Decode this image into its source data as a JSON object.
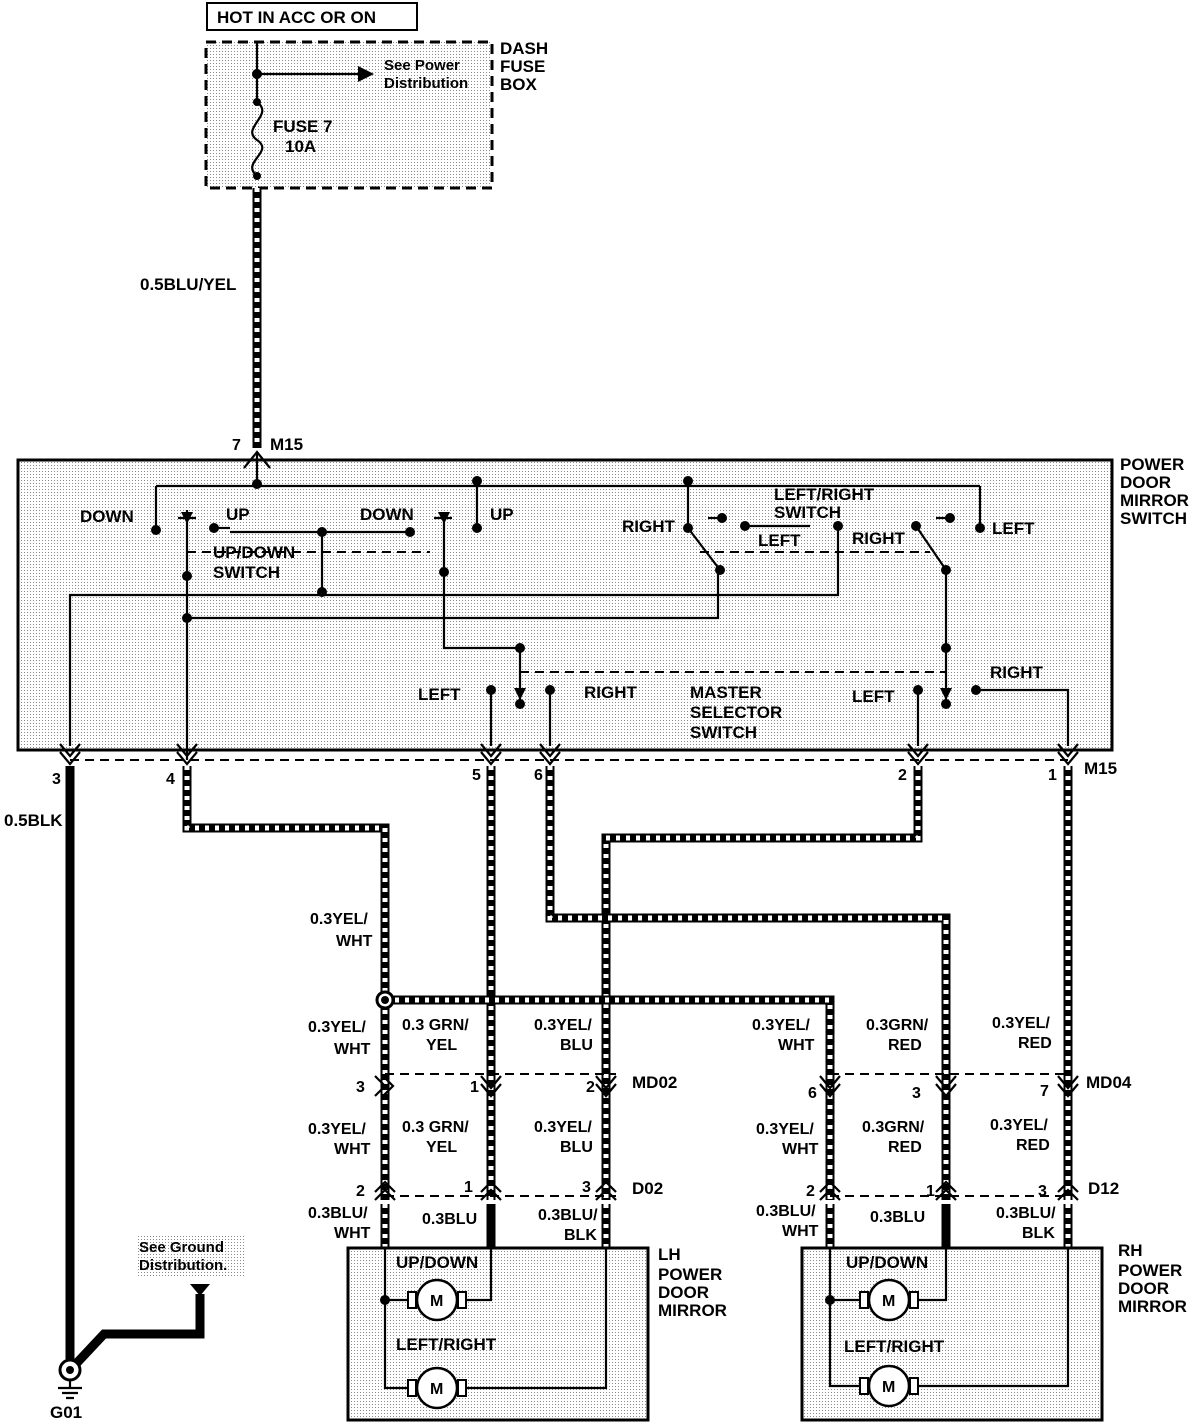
{
  "labels": {
    "hot_in": "HOT IN ACC OR ON",
    "dash_fuse_box": [
      "DASH",
      "FUSE",
      "BOX"
    ],
    "see_power": [
      "See Power",
      "Distribution"
    ],
    "fuse": [
      "FUSE 7",
      "10A"
    ],
    "wire_top": "0.5BLU/YEL",
    "pin_7": "7",
    "m15_top": "M15",
    "m15_bottom": "M15",
    "power_mirror_switch": [
      "POWER",
      "DOOR",
      "MIRROR",
      "SWITCH"
    ],
    "down_1": "DOWN",
    "up_1": "UP",
    "down_2": "DOWN",
    "up_2": "UP",
    "updown_switch": [
      "UP/DOWN",
      "SWITCH"
    ],
    "right_1": "RIGHT",
    "leftright_switch": [
      "LEFT/RIGHT",
      "SWITCH"
    ],
    "left_1": "LEFT",
    "right_2": "RIGHT",
    "left_2": "LEFT",
    "master_left": "LEFT",
    "master_right": "RIGHT",
    "master_selector": [
      "MASTER",
      "SELECTOR",
      "SWITCH"
    ],
    "master_left2": "LEFT",
    "master_right2": "RIGHT",
    "pins_m15": [
      "3",
      "4",
      "5",
      "6",
      "2",
      "1"
    ],
    "wire_blk": "0.5BLK",
    "wire_yel_wht_1": [
      "0.3YEL/",
      "WHT"
    ],
    "wire_yel_wht_2": [
      "0.3YEL/",
      "WHT"
    ],
    "wire_grn_yel_1": [
      "0.3 GRN/",
      "YEL"
    ],
    "wire_yel_blu_1": [
      "0.3YEL/",
      "BLU"
    ],
    "wire_yel_wht_3": [
      "0.3YEL/",
      "WHT"
    ],
    "wire_grn_red_1": [
      "0.3GRN/",
      "RED"
    ],
    "wire_yel_red_1": [
      "0.3YEL/",
      "RED"
    ],
    "md02": "MD02",
    "md04": "MD04",
    "md02_pins": [
      "3",
      "1",
      "2"
    ],
    "md04_pins": [
      "6",
      "3",
      "7"
    ],
    "wire_yel_wht_4": [
      "0.3YEL/",
      "WHT"
    ],
    "wire_grn_yel_2": [
      "0.3 GRN/",
      "YEL"
    ],
    "wire_yel_blu_2": [
      "0.3YEL/",
      "BLU"
    ],
    "wire_yel_wht_5": [
      "0.3YEL/",
      "WHT"
    ],
    "wire_grn_red_2": [
      "0.3GRN/",
      "RED"
    ],
    "wire_yel_red_2": [
      "0.3YEL/",
      "RED"
    ],
    "d02": "D02",
    "d12": "D12",
    "d02_pins": [
      "2",
      "1",
      "3"
    ],
    "d12_pins": [
      "2",
      "1",
      "3"
    ],
    "wire_blu_wht_l": [
      "0.3BLU/",
      "WHT"
    ],
    "wire_blu_l": "0.3BLU",
    "wire_blu_blk_l": [
      "0.3BLU/",
      "BLK"
    ],
    "wire_blu_wht_r": [
      "0.3BLU/",
      "WHT"
    ],
    "wire_blu_r": "0.3BLU",
    "wire_blu_blk_r": [
      "0.3BLU/",
      "BLK"
    ],
    "lh_mirror": [
      "LH",
      "POWER",
      "DOOR",
      "MIRROR"
    ],
    "rh_mirror": [
      "RH",
      "POWER",
      "DOOR",
      "MIRROR"
    ],
    "updown_motor": "UP/DOWN",
    "leftright_motor": "LEFT/RIGHT",
    "motor": "M",
    "see_ground": [
      "See Ground",
      "Distribution."
    ],
    "ground": "G01"
  }
}
